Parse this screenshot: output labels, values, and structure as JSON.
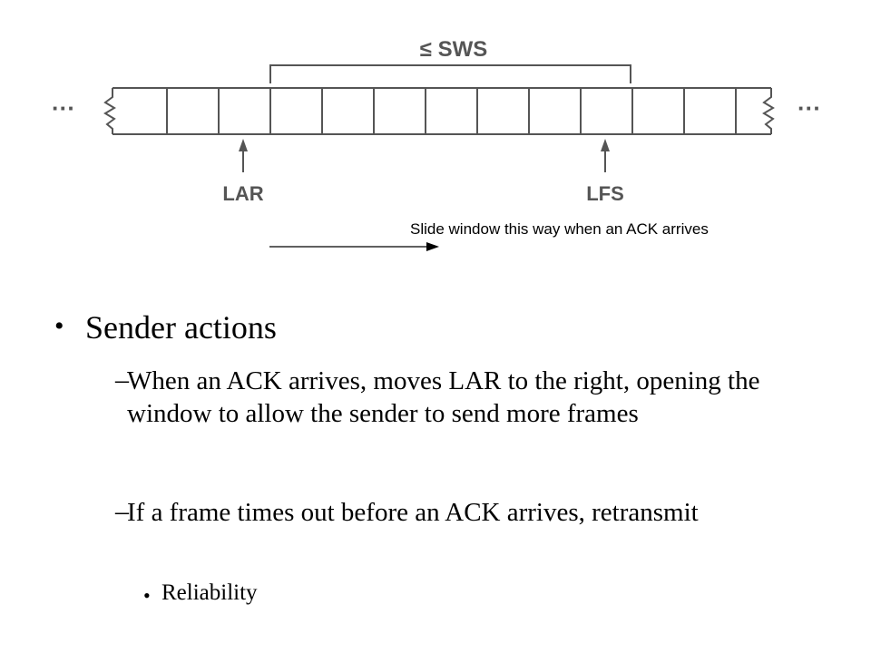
{
  "diagram": {
    "window_label": "≤ SWS",
    "left_pointer_label": "LAR",
    "right_pointer_label": "LFS",
    "ellipsis_left": "···",
    "ellipsis_right": "···",
    "caption": "Slide window this way when an ACK arrives"
  },
  "content": {
    "heading": "Sender actions",
    "sub_items": [
      "When an ACK arrives, moves LAR to the right, opening the window to allow the sender to send more frames",
      "If a frame times out before an ACK arrives, retransmit"
    ],
    "sub_sub_items": [
      "Reliability"
    ],
    "dash": "–",
    "bullet": "•"
  },
  "colors": {
    "diagram_line": "#555555",
    "text": "#000000"
  }
}
